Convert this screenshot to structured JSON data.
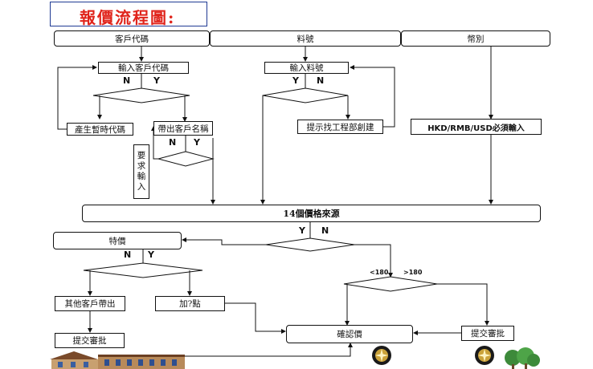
{
  "title": "報價流程圖:",
  "columns": {
    "customer_code": "客戶代碼",
    "part_no": "料號",
    "currency": "幣別"
  },
  "steps": {
    "input_customer_code": "輸入客戶代碼",
    "temp_code": "產生暫時代碼",
    "bring_name": "帶出客戶名稱",
    "require_input": [
      "要",
      "求",
      "輸",
      "入"
    ],
    "input_part_no": "輸入料號",
    "ask_engineering": "提示找工程部創建",
    "currency_required": "HKD/RMB/USD必須輸入",
    "price_sources": "14個價格來源",
    "special_price": "特價",
    "other_customer": "其他客戶帶出",
    "add_points": "加?點",
    "submit_left": "提交審批",
    "confirm_price": "確認價",
    "submit_right": "提交審批"
  },
  "branch_labels": {
    "n": "N",
    "y": "Y",
    "lt180": "<180",
    "gt180": ">180"
  },
  "colors": {
    "title": "#e0241b",
    "title_border": "#1f3a93",
    "line": "#111111"
  }
}
